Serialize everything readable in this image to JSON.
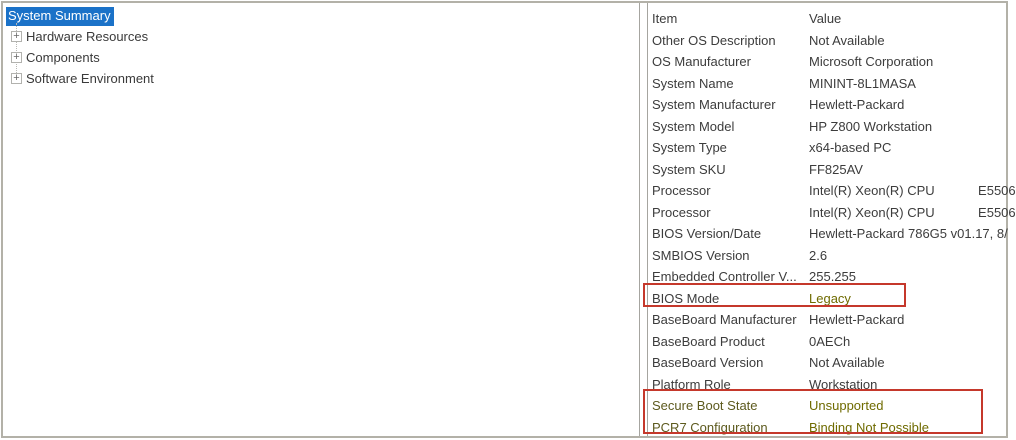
{
  "colors": {
    "selection": "#1b72c8",
    "annotation": "#c5382b",
    "olive-label": "#5d5a1e",
    "olive-value": "#6f6b00"
  },
  "tree": {
    "selected": "System Summary",
    "expand_icon_glyph": "+",
    "items": [
      {
        "label": "Hardware Resources"
      },
      {
        "label": "Components"
      },
      {
        "label": "Software Environment"
      }
    ]
  },
  "table": {
    "headers": {
      "item": "Item",
      "value": "Value"
    },
    "rows": [
      {
        "item": "Other OS Description",
        "value": "Not Available",
        "style": ""
      },
      {
        "item": "OS Manufacturer",
        "value": "Microsoft Corporation",
        "style": ""
      },
      {
        "item": "System Name",
        "value": "MININT-8L1MASA",
        "style": ""
      },
      {
        "item": "System Manufacturer",
        "value": "Hewlett-Packard",
        "style": ""
      },
      {
        "item": "System Model",
        "value": "HP Z800 Workstation",
        "style": ""
      },
      {
        "item": "System Type",
        "value": "x64-based PC",
        "style": ""
      },
      {
        "item": "System SKU",
        "value": "FF825AV",
        "style": ""
      },
      {
        "item": "Processor",
        "value": "Intel(R) Xeon(R) CPU            E5506",
        "style": ""
      },
      {
        "item": "Processor",
        "value": "Intel(R) Xeon(R) CPU            E5506",
        "style": ""
      },
      {
        "item": "BIOS Version/Date",
        "value": "Hewlett-Packard 786G5 v01.17, 8/",
        "style": ""
      },
      {
        "item": "SMBIOS Version",
        "value": "2.6",
        "style": ""
      },
      {
        "item": "Embedded Controller V...",
        "value": "255.255",
        "style": ""
      },
      {
        "item": "BIOS Mode",
        "value": "Legacy",
        "style": "olive-value"
      },
      {
        "item": "BaseBoard Manufacturer",
        "value": "Hewlett-Packard",
        "style": ""
      },
      {
        "item": "BaseBoard Product",
        "value": "0AECh",
        "style": ""
      },
      {
        "item": "BaseBoard Version",
        "value": "Not Available",
        "style": ""
      },
      {
        "item": "Platform Role",
        "value": "Workstation",
        "style": ""
      },
      {
        "item": "Secure Boot State",
        "value": "Unsupported",
        "style": "olive-row"
      },
      {
        "item": "PCR7 Configuration",
        "value": "Binding Not Possible",
        "style": "olive-row"
      }
    ]
  }
}
